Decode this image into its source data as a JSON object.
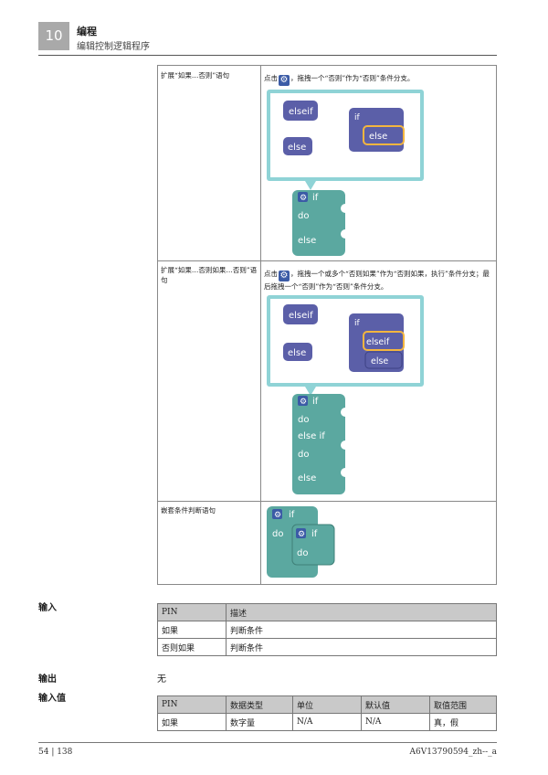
{
  "header": {
    "chapter": "10",
    "title": "编程",
    "subtitle": "编辑控制逻辑程序"
  },
  "rows": [
    {
      "label": "扩展“如果…否则”语句",
      "text_pre": "点击",
      "text_post": "，拖拽一个“否则”作为“否则”条件分支。",
      "blocks": {
        "flyout_a": "elseif",
        "flyout_b": "else",
        "mini_if": "if",
        "mini_sel": "else",
        "main": [
          "if",
          "do",
          "else"
        ]
      }
    },
    {
      "label": "扩展“如果…否则如果…否则”语句",
      "text_pre": "点击",
      "text_post": "，拖拽一个或多个“否则如果”作为“否则如果，执行”条件分支；最后拖拽一个“否则”作为“否则”条件分支。",
      "blocks": {
        "flyout_a": "elseif",
        "flyout_b": "else",
        "mini_if": "if",
        "mini_sel": "elseif",
        "mini_else": "else",
        "main": [
          "if",
          "do",
          "else if",
          "do",
          "else"
        ]
      }
    },
    {
      "label": "嵌套条件判断语句",
      "blocks": {
        "outer_if": "if",
        "outer_do": "do",
        "inner_if": "if",
        "inner_do": "do"
      }
    }
  ],
  "sections": {
    "input": "输入",
    "output": "输出",
    "output_value": "无",
    "input_values": "输入值"
  },
  "input_table": {
    "headers": [
      "PIN",
      "描述"
    ],
    "rows": [
      [
        "如果",
        "判断条件"
      ],
      [
        "否则如果",
        "判断条件"
      ]
    ]
  },
  "values_table": {
    "headers": [
      "PIN",
      "数据类型",
      "单位",
      "默认值",
      "取值范围"
    ],
    "rows": [
      [
        "如果",
        "数字量",
        "N/A",
        "N/A",
        "真，假"
      ]
    ]
  },
  "footer": {
    "page": "54 | 138",
    "doc": "A6V13790594_zh--_a"
  },
  "colors": {
    "teal": "#5ba8a0",
    "flyout_bg": "#8fd3d6",
    "purple": "#5b5fa8",
    "highlight": "#f3b53f"
  }
}
